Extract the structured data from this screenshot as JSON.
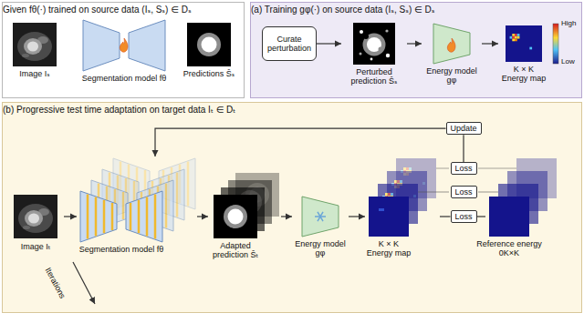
{
  "diagram": {
    "nodes": [
      {
        "text": [
          "Given fθ(·) trained on source data (Iₛ, Sₛ) ∈ Dₛ"
        ]
      },
      {
        "text": [
          "Image Iₛ"
        ],
        "in": 0
      },
      {
        "text": [
          "Segmentation model fθ"
        ],
        "in": 0
      },
      {
        "text": [
          "Predictions Ŝₛ"
        ],
        "in": 0
      },
      {
        "text": [
          "(a) Training gφ(·) on source data (Iₛ, Sₛ) ∈ Dₛ"
        ]
      },
      {
        "text": [
          "Curate perturbation"
        ],
        "in": 4
      },
      {
        "text": [
          "Perturbed prediction Ŝₛ"
        ],
        "in": 4
      },
      {
        "text": [
          "Energy model gφ"
        ],
        "in": 4
      },
      {
        "text": [
          "K × K Energy map"
        ],
        "in": 4
      },
      {
        "text": [
          "(b) Progressive test time adaptation on target data Iₜ ∈ Dₜ"
        ]
      },
      {
        "text": [
          "Image Iₜ"
        ],
        "in": 9
      },
      {
        "text": [
          "Segmentation model fθ"
        ],
        "in": 9
      },
      {
        "text": [
          "Adapted prediction Ŝₜ"
        ],
        "in": 9
      },
      {
        "text": [
          "Energy model gφ"
        ],
        "in": 9
      },
      {
        "text": [
          "K × K Energy map"
        ],
        "in": 9
      },
      {
        "text": [
          "Update"
        ],
        "in": 9
      },
      {
        "text": [
          "Loss"
        ],
        "in": 9
      },
      {
        "text": [
          "Loss"
        ],
        "in": 9
      },
      {
        "text": [
          "Loss"
        ],
        "in": 9
      },
      {
        "text": [
          "Reference energy 0K×K"
        ],
        "in": 9
      }
    ],
    "edges": [
      {
        "from": 5,
        "to": 6,
        "arrow": "to"
      },
      {
        "from": 6,
        "to": 7,
        "arrow": "to"
      },
      {
        "from": 7,
        "to": 8,
        "arrow": "to"
      },
      {
        "from": 10,
        "to": 11,
        "arrow": "to"
      },
      {
        "from": 11,
        "to": 12,
        "arrow": "to"
      },
      {
        "from": 12,
        "to": 13,
        "arrow": "to"
      },
      {
        "from": 13,
        "to": 14,
        "arrow": "to"
      },
      {
        "from": 14,
        "to": 18,
        "arrow": "none"
      },
      {
        "from": 18,
        "to": 19,
        "arrow": "none"
      },
      {
        "from": 16,
        "to": 15,
        "arrow": "none"
      },
      {
        "from": 15,
        "to": 11,
        "arrow": "to"
      }
    ],
    "labels": [
      "High",
      "Low",
      "Iterations"
    ]
  }
}
